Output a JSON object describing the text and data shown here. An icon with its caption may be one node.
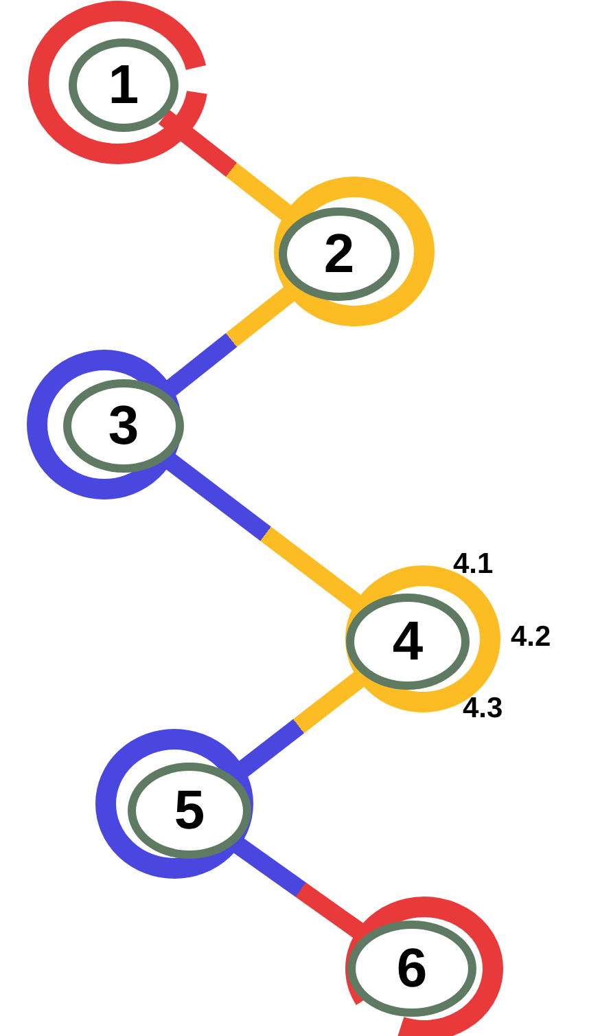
{
  "diagram": {
    "nodes": [
      {
        "text": [
          "1"
        ]
      },
      {
        "text": [
          "2"
        ]
      },
      {
        "text": [
          "3"
        ]
      },
      {
        "text": [
          "4"
        ],
        "beside": [
          "4.1",
          "4.2",
          "4.3"
        ]
      },
      {
        "text": [
          "5"
        ]
      },
      {
        "text": [
          "6"
        ]
      }
    ],
    "edges": [
      {
        "from": 0,
        "to": 1,
        "arrow": "none"
      },
      {
        "from": 1,
        "to": 2,
        "arrow": "none"
      },
      {
        "from": 2,
        "to": 3,
        "arrow": "none"
      },
      {
        "from": 3,
        "to": 4,
        "arrow": "none"
      },
      {
        "from": 4,
        "to": 5,
        "arrow": "none"
      }
    ]
  }
}
